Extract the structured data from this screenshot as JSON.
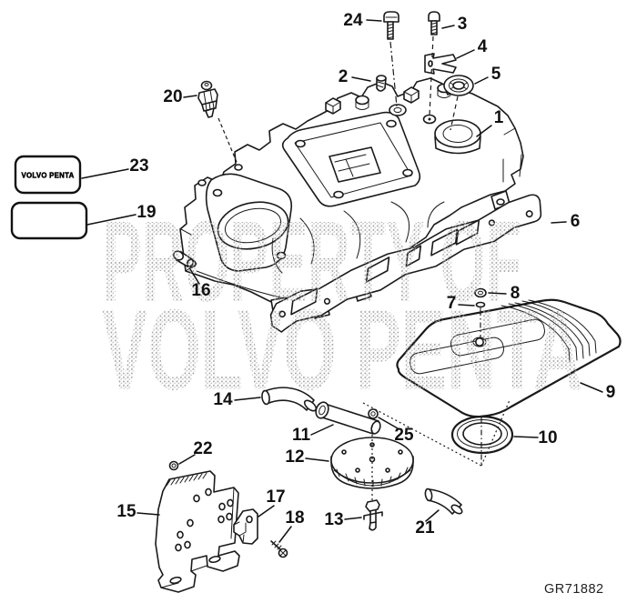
{
  "diagram": {
    "type": "exploded-parts-diagram",
    "drawing_number": "GR71882",
    "watermark": {
      "line1": "PROPERTY OF",
      "line2": "VOLVO PENTA",
      "color": "#b0b0b0"
    },
    "brand_decal": {
      "text": "VOLVO PENTA"
    },
    "colors": {
      "line": "#1a1a1a",
      "background": "#ffffff"
    },
    "callouts": [
      {
        "label": "1"
      },
      {
        "label": "2"
      },
      {
        "label": "3"
      },
      {
        "label": "4"
      },
      {
        "label": "5"
      },
      {
        "label": "6"
      },
      {
        "label": "7"
      },
      {
        "label": "8"
      },
      {
        "label": "9"
      },
      {
        "label": "10"
      },
      {
        "label": "11"
      },
      {
        "label": "12"
      },
      {
        "label": "13"
      },
      {
        "label": "14"
      },
      {
        "label": "15"
      },
      {
        "label": "16"
      },
      {
        "label": "17"
      },
      {
        "label": "18"
      },
      {
        "label": "19"
      },
      {
        "label": "20"
      },
      {
        "label": "21"
      },
      {
        "label": "22"
      },
      {
        "label": "23"
      },
      {
        "label": "24"
      },
      {
        "label": "25"
      }
    ]
  }
}
